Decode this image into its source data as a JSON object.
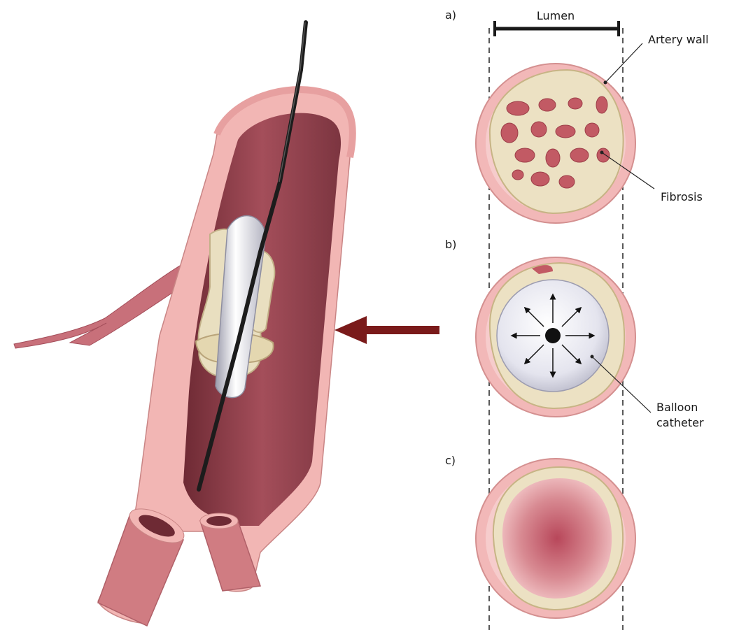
{
  "labels": {
    "panel_a": "a)",
    "panel_b": "b)",
    "panel_c": "c)",
    "lumen": "Lumen",
    "artery_wall": "Artery wall",
    "fibrosis": "Fibrosis",
    "balloon_line1": "Balloon",
    "balloon_line2": "catheter"
  },
  "colors": {
    "wall_pink": "#f0b0b0",
    "wall_dark": "#d98c8c",
    "blood": "#c25a64",
    "lumen_deep": "#8a3a44",
    "fibrosis": "#ece2c6",
    "fibrosis_edge": "#c9b98e",
    "balloon": "#e6e6ee",
    "catheter": "#1c1c1c",
    "arrow": "#7a1a1a"
  }
}
